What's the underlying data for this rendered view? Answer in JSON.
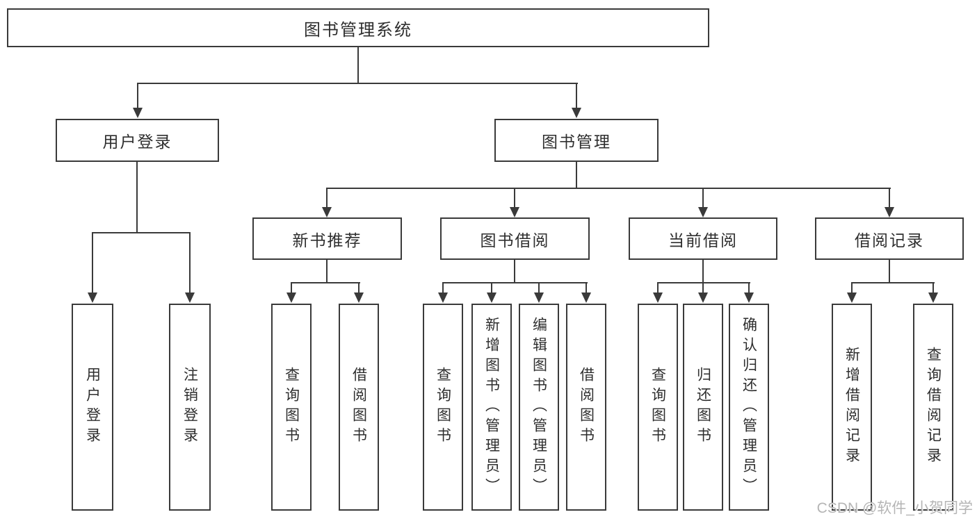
{
  "diagram": {
    "title": "图书管理系统",
    "level2": {
      "user_login": "用户登录",
      "book_mgmt": "图书管理"
    },
    "level3": {
      "new_books": "新书推荐",
      "book_borrow": "图书借阅",
      "current_borrow": "当前借阅",
      "borrow_records": "借阅记录"
    },
    "leaves": {
      "user_login": [
        "用户登录",
        "注销登录"
      ],
      "new_books": [
        "查询图书",
        "借阅图书"
      ],
      "book_borrow": [
        "查询图书",
        "新增图书（管理员）",
        "编辑图书（管理员）",
        "借阅图书"
      ],
      "current_borrow": [
        "查询图书",
        "归还图书",
        "确认归还（管理员）"
      ],
      "borrow_records": [
        "新增借阅记录",
        "查询借阅记录"
      ]
    }
  },
  "watermark": "CSDN @软件_小贺同学",
  "colors": {
    "line": "#3a3a3a",
    "text": "#2e2e2e",
    "background": "#ffffff",
    "watermark": "#b5b5b5"
  }
}
